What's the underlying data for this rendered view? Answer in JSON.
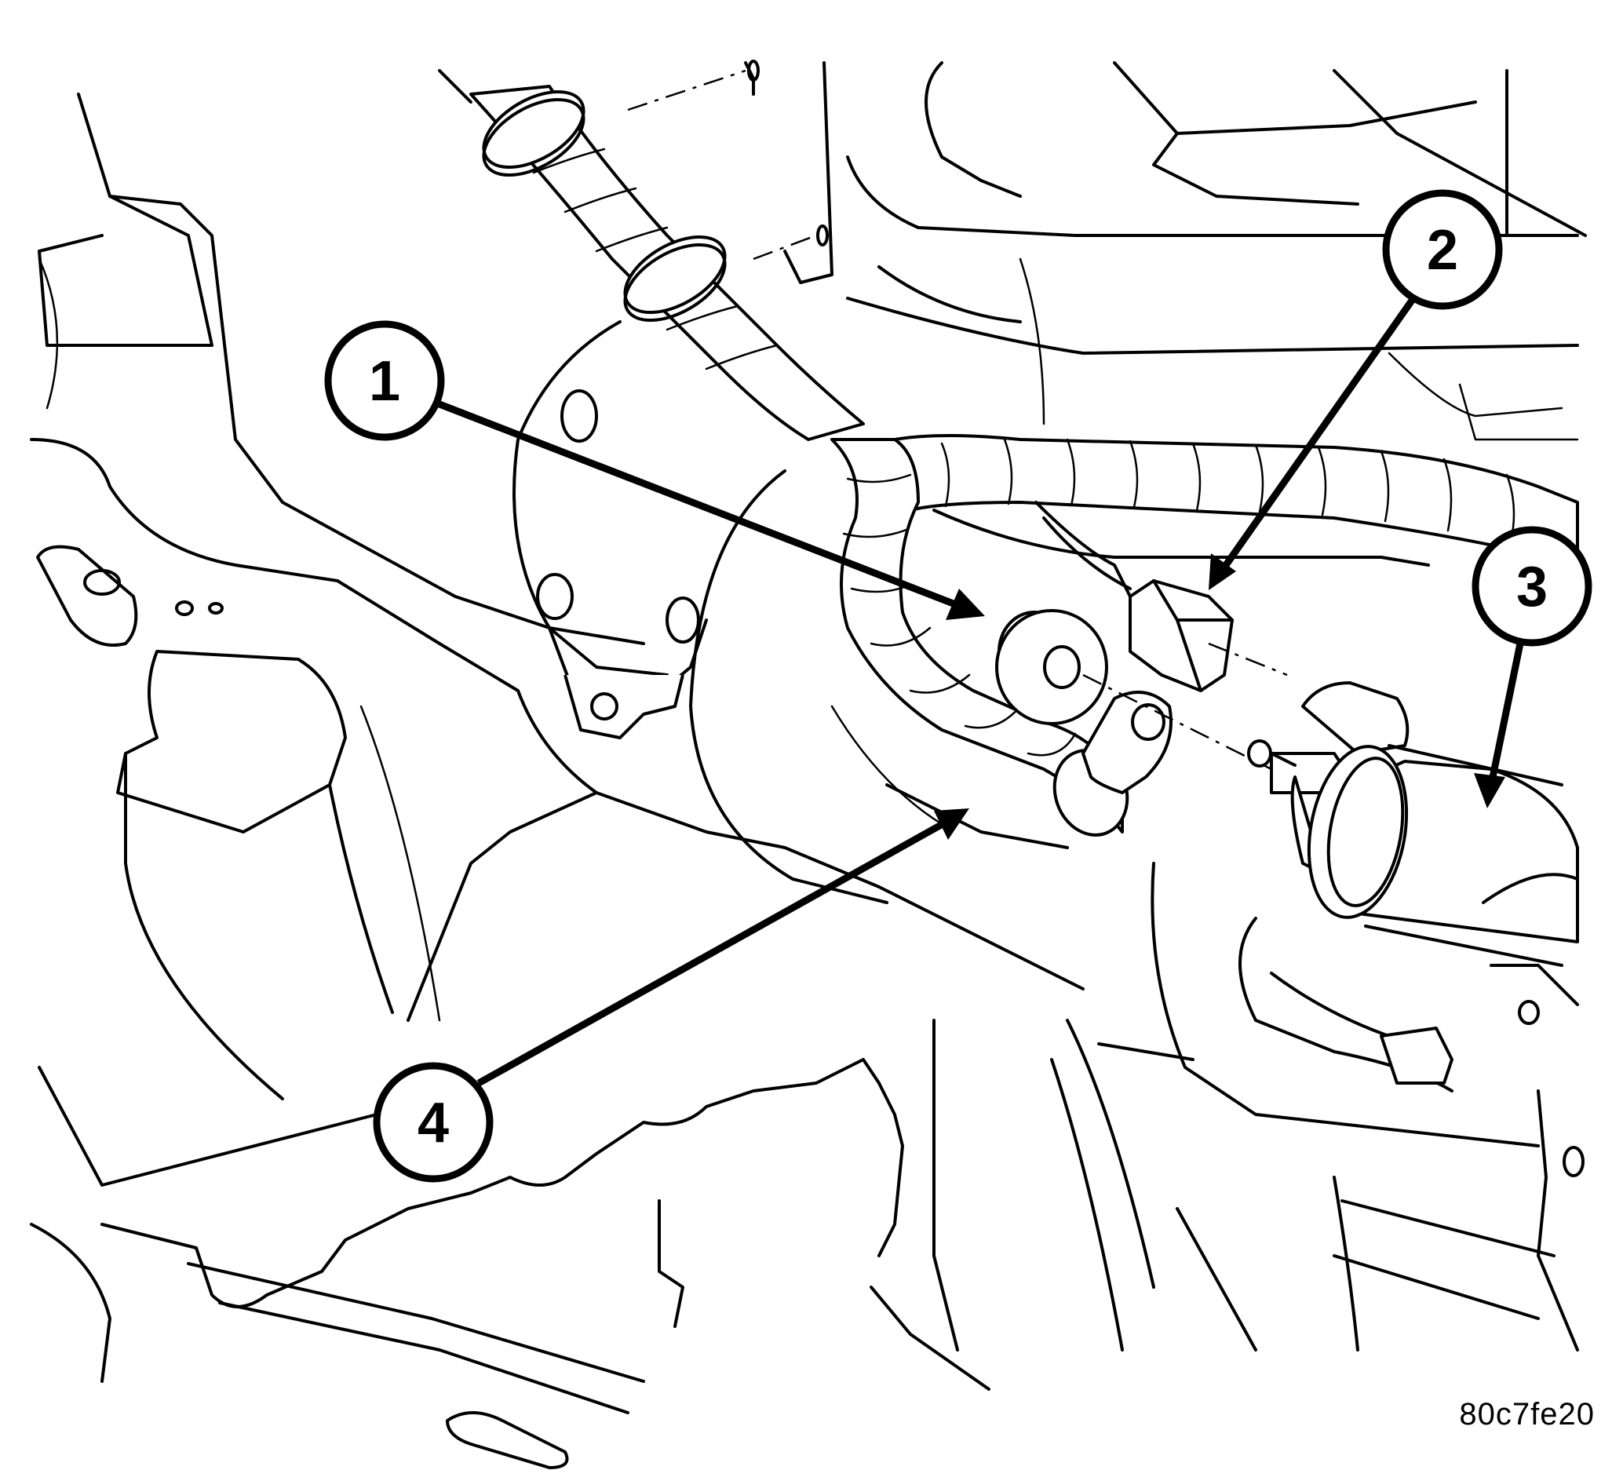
{
  "figure": {
    "id_code": "80c7fe20"
  },
  "callouts": [
    {
      "number": "1"
    },
    {
      "number": "2"
    },
    {
      "number": "3"
    },
    {
      "number": "4"
    }
  ]
}
